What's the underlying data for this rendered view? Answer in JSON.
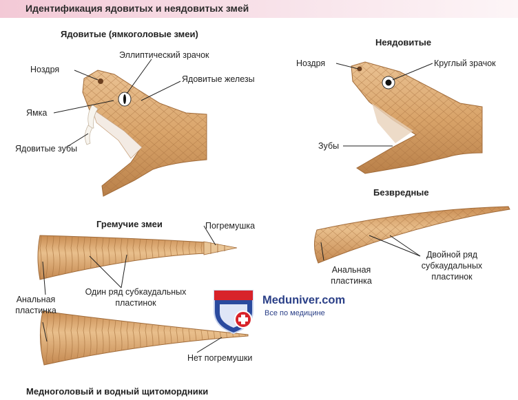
{
  "title": "Идентификация ядовитых и неядовитых змей",
  "headings": {
    "venomous": "Ядовитые (ямкоголовые змеи)",
    "nonvenomous": "Неядовитые",
    "rattlesnakes": "Гремучие змеи",
    "harmless": "Безвредные",
    "copperhead": "Медноголовый и водный щитомордники"
  },
  "labels": {
    "nostril_left": "Ноздря",
    "elliptical_pupil": "Эллиптический зрачок",
    "venom_glands": "Ядовитые железы",
    "pit": "Ямка",
    "fangs": "Ядовитые зубы",
    "nostril_right": "Ноздря",
    "round_pupil": "Круглый зрачок",
    "teeth": "Зубы",
    "rattle": "Погремушка",
    "single_row_1": "Один ряд субкаудальных",
    "single_row_2": "пластинок",
    "anal_left_1": "Анальная",
    "anal_left_2": "пластинка",
    "no_rattle": "Нет погремушки",
    "anal_right_1": "Анальная",
    "anal_right_2": "пластинка",
    "double_row_1": "Двойной ряд",
    "double_row_2": "субкаудальных",
    "double_row_3": "пластинок"
  },
  "logo": {
    "brand": "Meduniver.com",
    "tagline": "Все по медицине"
  },
  "colors": {
    "skin": "#d9a46a",
    "skin_dark": "#b9824a",
    "skin_light": "#eec79a",
    "mouth": "#f2e6dc",
    "shield_blue": "#2a4a9e",
    "shield_red": "#d8232a"
  }
}
